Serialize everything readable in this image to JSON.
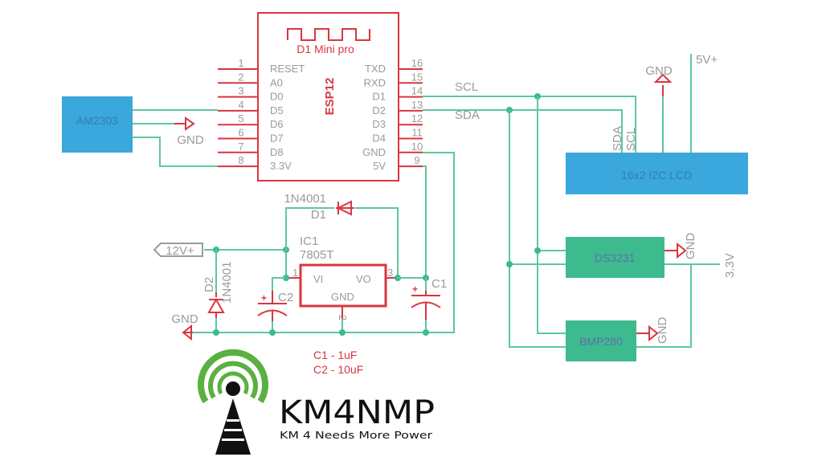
{
  "mcu": {
    "board_name": "D1 Mini pro",
    "chip_name": "ESP12",
    "left_pins": [
      {
        "num": "1",
        "name": "RESET"
      },
      {
        "num": "2",
        "name": "A0"
      },
      {
        "num": "3",
        "name": "D0"
      },
      {
        "num": "4",
        "name": "D5"
      },
      {
        "num": "5",
        "name": "D6"
      },
      {
        "num": "6",
        "name": "D7"
      },
      {
        "num": "7",
        "name": "D8"
      },
      {
        "num": "8",
        "name": "3.3V"
      }
    ],
    "right_pins": [
      {
        "num": "16",
        "name": "TXD"
      },
      {
        "num": "15",
        "name": "RXD"
      },
      {
        "num": "14",
        "name": "D1"
      },
      {
        "num": "13",
        "name": "D2"
      },
      {
        "num": "12",
        "name": "D3"
      },
      {
        "num": "11",
        "name": "D4"
      },
      {
        "num": "10",
        "name": "GND"
      },
      {
        "num": "9",
        "name": "5V"
      }
    ]
  },
  "sensor": {
    "name": "AM2303",
    "gnd_label": "GND"
  },
  "bus": {
    "scl": "SCL",
    "sda": "SDA"
  },
  "lcd": {
    "name": "16x2 I2C LCD",
    "sda_pin": "SDA",
    "scl_pin": "SCL",
    "gnd_label": "GND",
    "vcc_label": "5V+"
  },
  "rtc": {
    "name": "DS3231",
    "gnd_label": "GND",
    "vcc_label": "3.3V"
  },
  "baro": {
    "name": "BMP280",
    "gnd_label": "GND"
  },
  "power": {
    "input_label": "12V+",
    "gnd_label": "GND",
    "d1": {
      "ref": "D1",
      "part": "1N4001"
    },
    "d2": {
      "ref": "D2",
      "part": "1N4001"
    },
    "ic1": {
      "ref": "IC1",
      "part": "7805T",
      "vi": "VI",
      "vo": "VO",
      "gnd": "GND",
      "pin1": "1",
      "pin2": "2",
      "pin3": "3"
    },
    "c1": {
      "ref": "C1",
      "plus": "+"
    },
    "c2": {
      "ref": "C2",
      "plus": "+"
    }
  },
  "notes": [
    "C1 - 1uF",
    "C2 - 10uF"
  ],
  "logo": {
    "callsign": "KM4NMP",
    "tagline": "KM 4 Needs More Power"
  },
  "colors": {
    "wire": "#5ec79f",
    "symbol": "#d9363e",
    "lcd": "#3aa8dc",
    "module": "#3dbb8f",
    "label": "#9a9a9a"
  }
}
